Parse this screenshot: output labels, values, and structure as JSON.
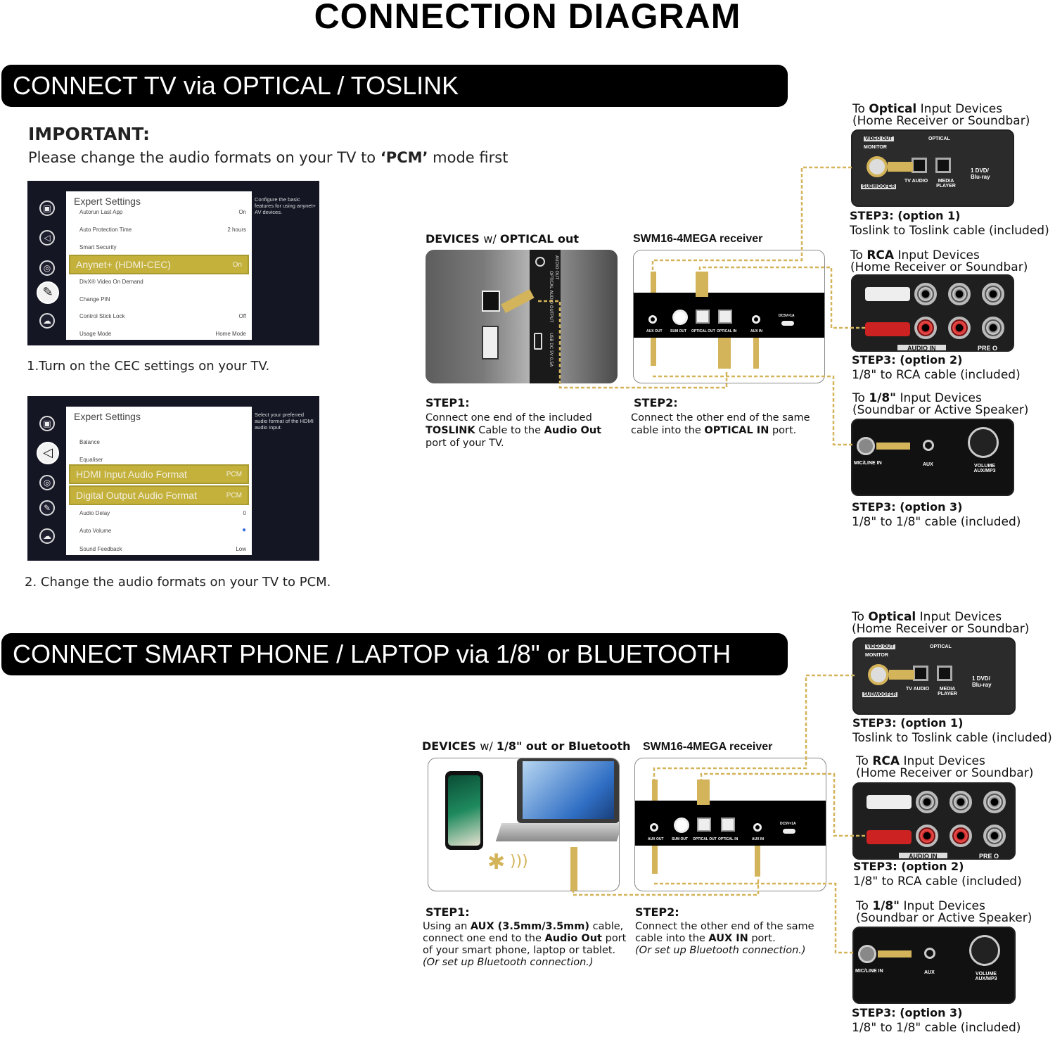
{
  "title": "CONNECTION DIAGRAM",
  "section1": {
    "banner": "CONNECT TV via OPTICAL / TOSLINK",
    "important_heading": "IMPORTANT:",
    "important_pre": "Please change the audio formats on your TV to ",
    "important_bold": "‘PCM’",
    "important_post": " mode first",
    "tv_screen1": {
      "title": "Expert Settings",
      "description": "Configure the basic features for using anynet+ AV devices.",
      "rows": [
        {
          "label": "Autorun Last App",
          "value": "On"
        },
        {
          "label": "Auto Protection Time",
          "value": "2 hours"
        },
        {
          "label": "Smart Security",
          "value": ""
        },
        {
          "label": "Anynet+ (HDMI-CEC)",
          "value": "On"
        },
        {
          "label": "DivX® Video On Demand",
          "value": ""
        },
        {
          "label": "Change PIN",
          "value": ""
        },
        {
          "label": "Control Stick Lock",
          "value": "Off"
        },
        {
          "label": "Usage Mode",
          "value": "Home Mode"
        }
      ]
    },
    "caption1": "1.Turn on the CEC settings on your TV.",
    "tv_screen2": {
      "title": "Expert Settings",
      "description": "Select your preferred audio format of the HDMI audio input.",
      "rows": [
        {
          "label": "Balance",
          "value": ""
        },
        {
          "label": "Equaliser",
          "value": ""
        },
        {
          "label": "HDMI Input Audio Format",
          "value": "PCM"
        },
        {
          "label": "Digital Output Audio Format",
          "value": "PCM"
        },
        {
          "label": "Audio Delay",
          "value": "0"
        },
        {
          "label": "Auto Volume",
          "value": ""
        },
        {
          "label": "Sound Feedback",
          "value": "Low"
        }
      ]
    },
    "caption2": "2. Change the audio formats on your TV to PCM.",
    "devices_header_bold": "DEVICES ",
    "devices_header_light": "w/ ",
    "devices_header_bold2": "OPTICAL out",
    "receiver_header": "SWM16-4MEGA receiver",
    "tv_port_labels": [
      "OPTICAL AUDIO OUTPUT",
      "AUDIO OUT",
      "USB DC 5V 0.5A"
    ],
    "receiver_port_labels": [
      "AUX OUT",
      "SUM OUT",
      "OPTICAL OUT",
      "OPTICAL IN",
      "AUX IN",
      "DC5V=1A"
    ],
    "step1_heading": "STEP1:",
    "step1_line1": "Connect one end of the included",
    "step1_line2_bold": "TOSLINK",
    "step1_line2_mid": " Cable to the ",
    "step1_line2_bold2": "Audio Out",
    "step1_line3": "port of your TV.",
    "step2_heading": "STEP2:",
    "step2_line1": "Connect the other end of the same",
    "step2_line2_pre": "cable into the ",
    "step2_line2_bold": "OPTICAL IN",
    "step2_line2_post": " port.",
    "right": [
      {
        "to": "To ",
        "bold": "Optical",
        "rest": " Input Devices",
        "sub": "(Home Receiver or Soundbar)",
        "step": "STEP3: (option 1)",
        "desc": "Toslink to Toslink cable (included)"
      },
      {
        "to": "To ",
        "bold": "RCA",
        "rest": " Input Devices",
        "sub": "(Home Receiver or Soundbar)",
        "step": "STEP3: (option 2)",
        "desc": "1/8\" to RCA cable (included)"
      },
      {
        "to": "To ",
        "bold": "1/8\"",
        "rest": " Input Devices",
        "sub": "(Soundbar or Active Speaker)",
        "step": "STEP3: (option 3)",
        "desc": "1/8\" to 1/8\" cable (included)"
      }
    ]
  },
  "section2": {
    "banner": "CONNECT SMART PHONE / LAPTOP via 1/8\" or BLUETOOTH",
    "devices_header_bold": "DEVICES ",
    "devices_header_light": "w/ ",
    "devices_header_bold2": "1/8\" out or Bluetooth",
    "receiver_header": "SWM16-4MEGA receiver",
    "step1_heading": "STEP1:",
    "step1_line1_pre": "Using an ",
    "step1_line1_bold": "AUX (3.5mm/3.5mm)",
    "step1_line1_post": " cable,",
    "step1_line2_pre": "connect one end to the ",
    "step1_line2_bold": "Audio Out",
    "step1_line2_post": " port",
    "step1_line3": "of your smart phone, laptop or tablet.",
    "step1_line4": "(Or set up Bluetooth connection.)",
    "step2_heading": "STEP2:",
    "step2_line1": "Connect the other end of the same",
    "step2_line2_pre": "cable into the ",
    "step2_line2_bold": "AUX IN",
    "step2_line2_post": " port.",
    "step2_line3": "(Or set up Bluetooth connection.)",
    "right": [
      {
        "to": "To ",
        "bold": "Optical",
        "rest": " Input Devices",
        "sub": "(Home Receiver or Soundbar)",
        "step": "STEP3: (option 1)",
        "desc": "Toslink to Toslink cable (included)"
      },
      {
        "to": "To ",
        "bold": "RCA",
        "rest": " Input Devices",
        "sub": "(Home Receiver or Soundbar)",
        "step": "STEP3: (option 2)",
        "desc": "1/8\" to RCA cable (included)"
      },
      {
        "to": "To ",
        "bold": "1/8\"",
        "rest": " Input Devices",
        "sub": "(Soundbar or Active Speaker)",
        "step": "STEP3: (option 3)",
        "desc": "1/8\" to 1/8\" cable (included)"
      }
    ]
  },
  "device_labels": {
    "optical_top": "VIDEO OUT",
    "monitor": "MONITOR",
    "optical": "OPTICAL",
    "tv_audio": "TV AUDIO",
    "media_player": "MEDIA PLAYER",
    "dvd": "1  DVD/ Blu-ray",
    "subwoofer": "SUBWOOFER",
    "audio_in": "AUDIO IN",
    "pre_out": "PRE O",
    "mic": "MIC/LINE IN",
    "aux": "AUX",
    "volume": "VOLUME AUX/MP3"
  },
  "colors": {
    "cable": "#d4b45a",
    "banner": "#000000",
    "highlight": "#c3b13c",
    "tv_bg": "#141624"
  }
}
